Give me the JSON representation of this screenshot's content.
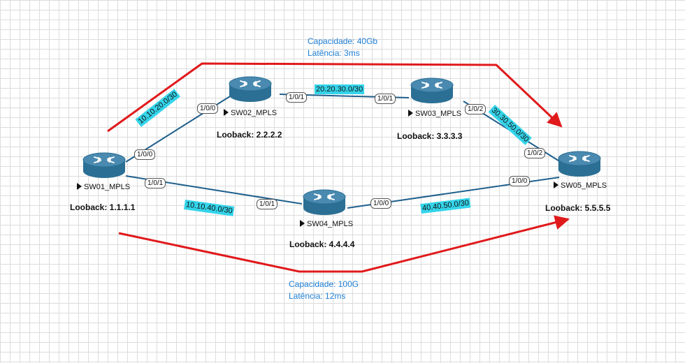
{
  "routers": [
    {
      "id": "sw01",
      "name": "SW01_MPLS",
      "loopback": "Looback: 1.1.1.1"
    },
    {
      "id": "sw02",
      "name": "SW02_MPLS",
      "loopback": "Looback: 2.2.2.2"
    },
    {
      "id": "sw03",
      "name": "SW03_MPLS",
      "loopback": "Looback: 3.3.3.3"
    },
    {
      "id": "sw04",
      "name": "SW04_MPLS",
      "loopback": "Looback: 4.4.4.4"
    },
    {
      "id": "sw05",
      "name": "SW05_MPLS",
      "loopback": "Looback: 5.5.5.5"
    }
  ],
  "links": [
    {
      "from": "sw01",
      "to": "sw02",
      "network": "10.10.20.0/30",
      "port_from": "1/0/0",
      "port_to": "1/0/0"
    },
    {
      "from": "sw02",
      "to": "sw03",
      "network": "20.20.30.0/30",
      "port_from": "1/0/1",
      "port_to": "1/0/1"
    },
    {
      "from": "sw03",
      "to": "sw05",
      "network": "30.30.50.0/30",
      "port_from": "1/0/2",
      "port_to": "1/0/2"
    },
    {
      "from": "sw01",
      "to": "sw04",
      "network": "10.10.40.0/30",
      "port_from": "1/0/1",
      "port_to": "1/0/1"
    },
    {
      "from": "sw04",
      "to": "sw05",
      "network": "40.40.50.0/30",
      "port_from": "1/0/0",
      "port_to": "1/0/0"
    }
  ],
  "paths": {
    "top": {
      "capacity": "Capacidade: 40Gb",
      "latency": "Latência: 3ms"
    },
    "bottom": {
      "capacity": "Capacidade: 100G",
      "latency": "Latência: 12ms"
    }
  },
  "colors": {
    "router_body": "#2b6f94",
    "router_top": "#4a8ab0",
    "link_line": "#1f5f8c",
    "path_arrow": "#e0191b",
    "network_label_bg": "#34d4ea",
    "annotation_text": "#1f7fd6"
  }
}
